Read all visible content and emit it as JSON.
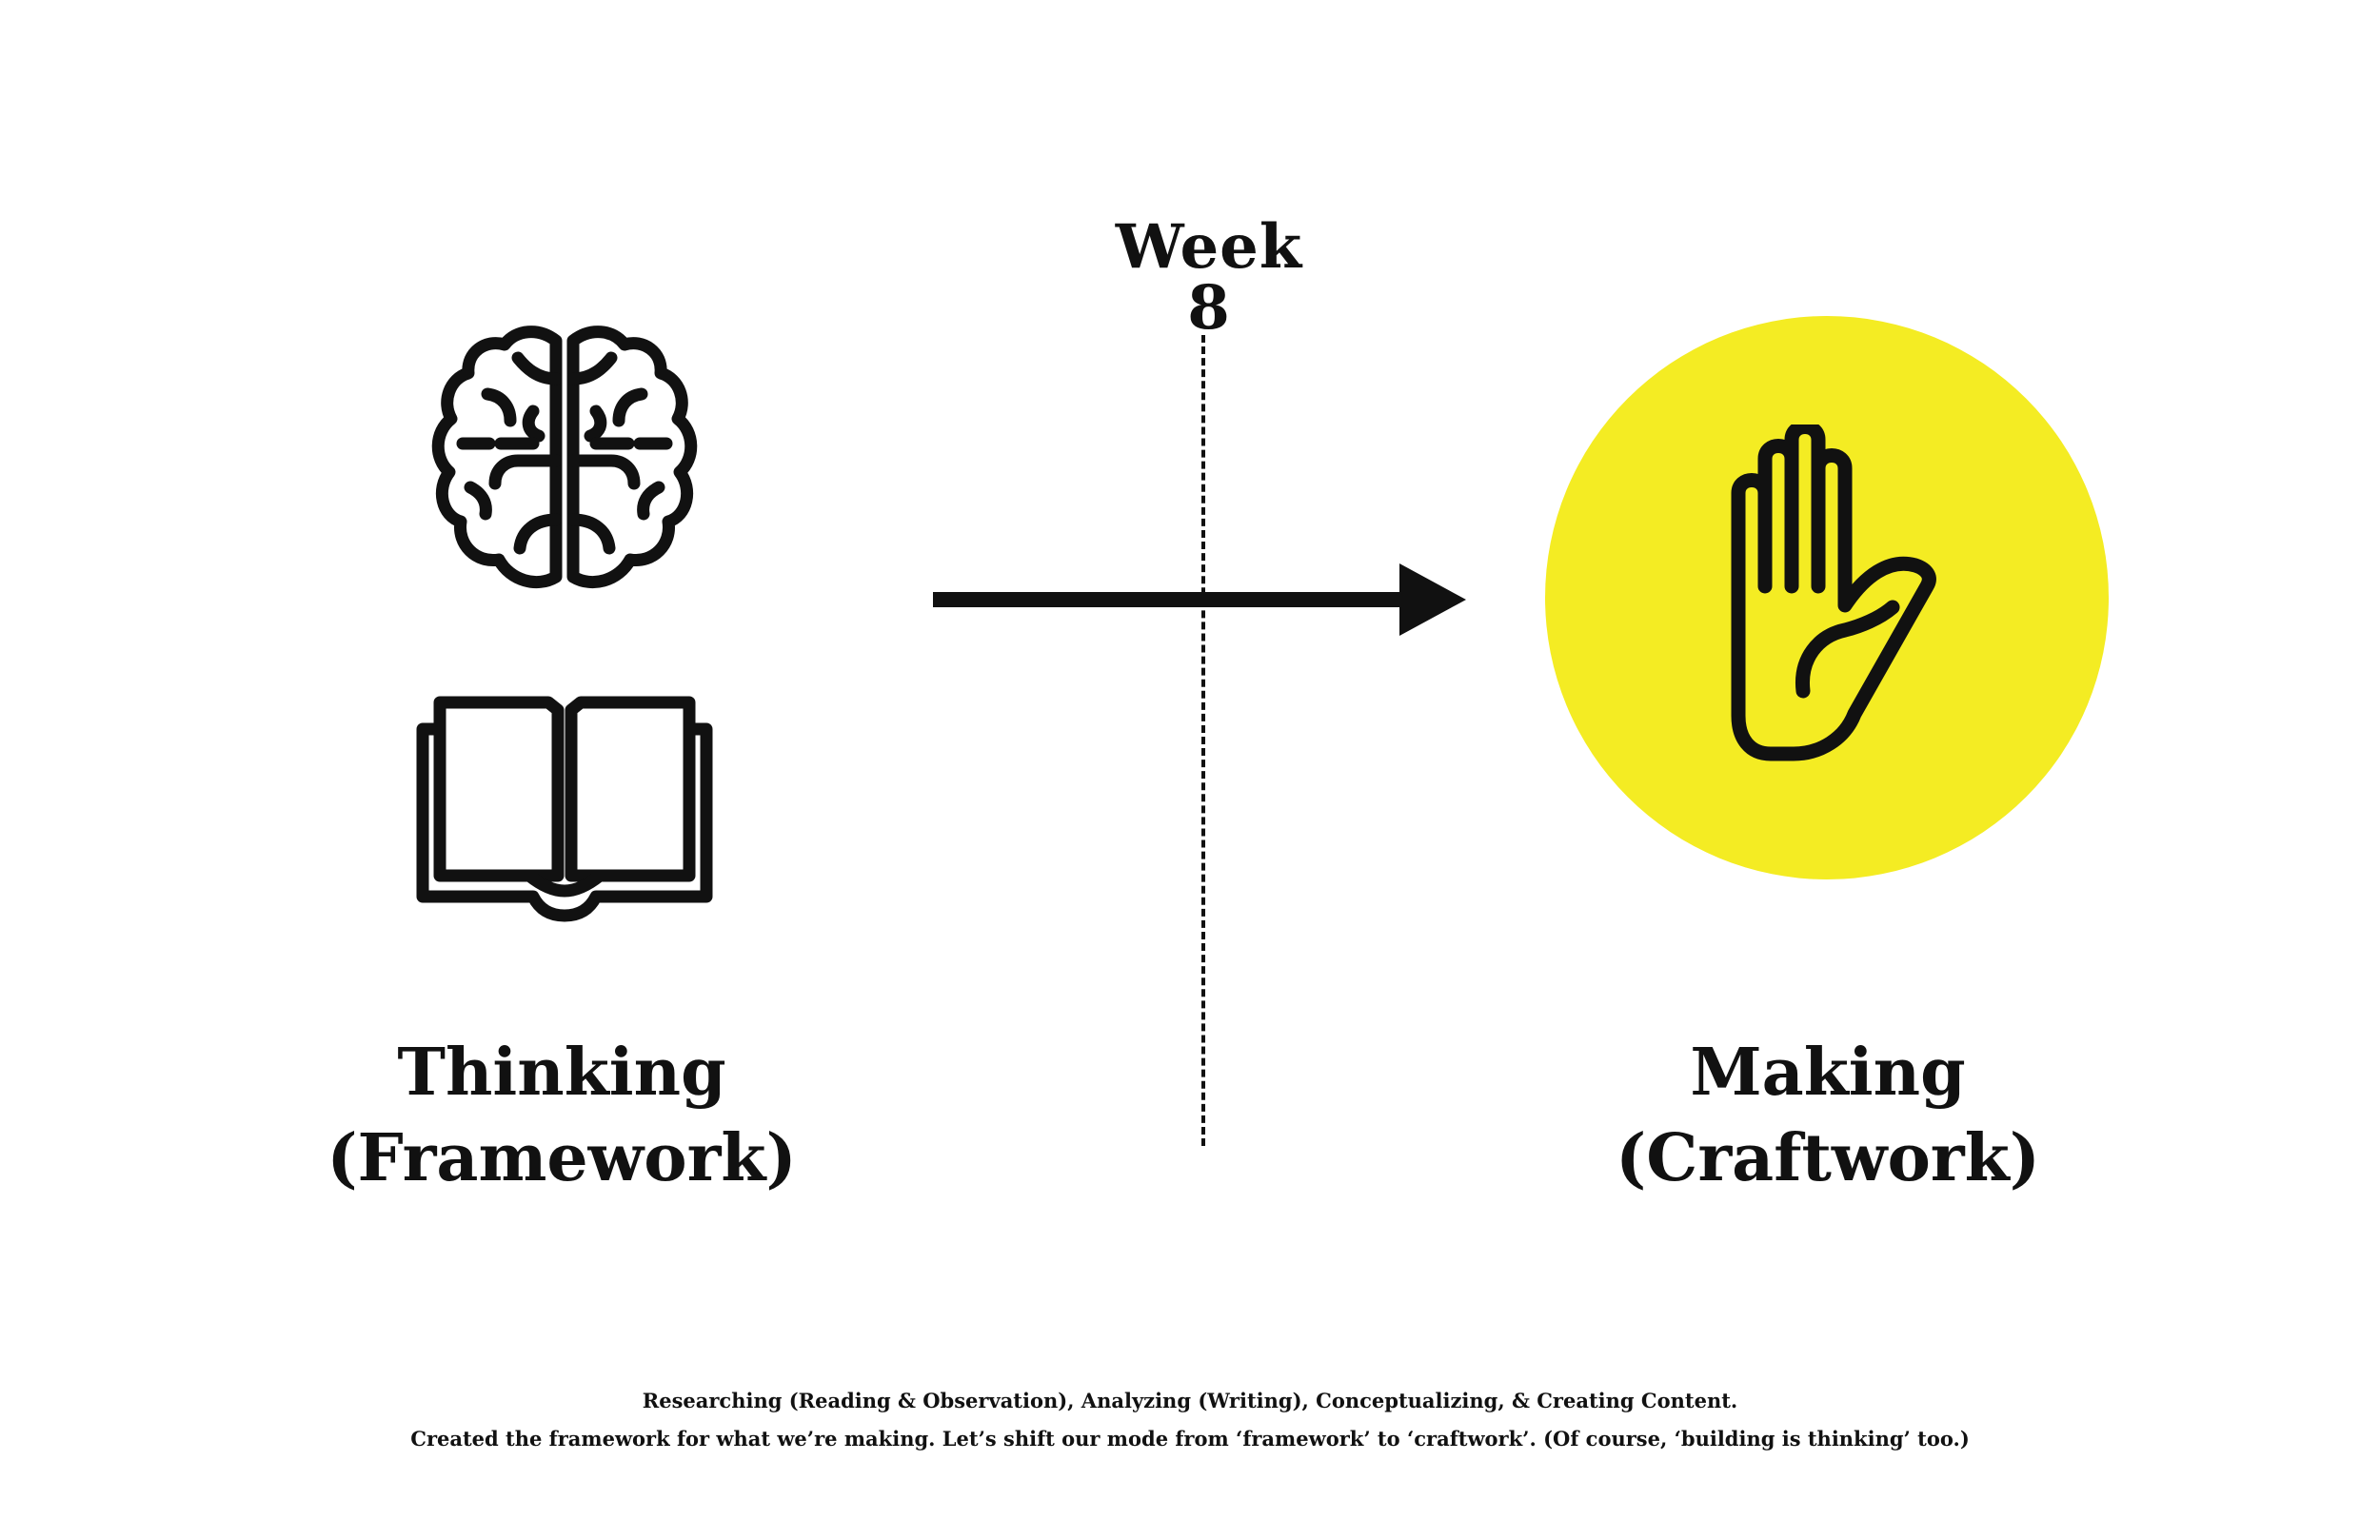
{
  "header": {
    "week_label": "Week 8"
  },
  "left_side": {
    "icons": [
      "brain-icon",
      "open-book-icon"
    ],
    "title": "Thinking",
    "subtitle": "(Framework)"
  },
  "right_side": {
    "icon": "raised-hand-icon",
    "title": "Making",
    "subtitle": "(Craftwork)"
  },
  "transition": {
    "arrow_icon": "right-arrow-icon"
  },
  "footnote": {
    "line1": "Researching (Reading & Observation), Analyzing (Writing), Conceptualizing, & Creating Content.",
    "line2": "Created the framework for what we’re making. Let’s shift our mode from ‘framework’ to ‘craftwork’. (Of course, ‘building is thinking’ too.)"
  },
  "colors": {
    "ink": "#111111",
    "accent_circle": "#f4ec23",
    "background": "#ffffff"
  }
}
